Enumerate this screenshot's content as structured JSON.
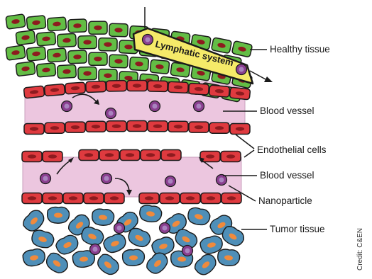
{
  "labels": {
    "lymphatic_system": "Lymphatic system",
    "healthy_tissue": "Healthy tissue",
    "blood_vessel_1": "Blood vessel",
    "endothelial_cells": "Endothelial cells",
    "blood_vessel_2": "Blood vessel",
    "nanoparticle": "Nanoparticle",
    "tumor_tissue": "Tumor tissue",
    "credit": "Credit: C&EN"
  },
  "colors": {
    "healthy_cell": "#63bd45",
    "endothelial_cell": "#df3a3f",
    "nucleus": "#8d1b1f",
    "vessel_lumen": "#ecc6df",
    "nanoparticle_outer": "#8a3f8f",
    "nanoparticle_inner": "#a983bf",
    "lymph_channel": "#f5ea69",
    "tumor_cell": "#4f8fb8",
    "tumor_nucleus": "#f08a3c"
  }
}
